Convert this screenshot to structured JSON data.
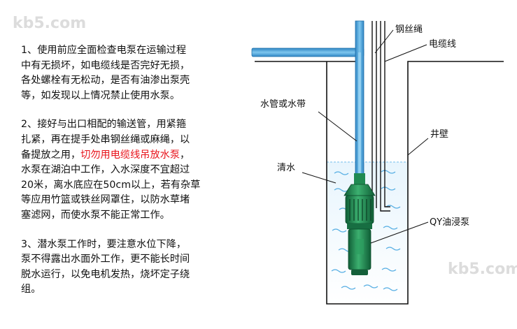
{
  "instructions": {
    "p1": [
      "1、使用前应全面检查电泵在运输过程",
      "中有无损坏，如电缆线是否完好无损，",
      "各处螺栓有无松动，是否有油渗出泵壳",
      "等，如发现以上情况禁止使用水泵。"
    ],
    "p2": {
      "l1": "2、接好与出口相配的输送管，用紧箍",
      "l2": "扎紧，再在提手处串钢丝绳或麻绳，以",
      "l3_pre": "备提放之用，",
      "l3_warn": "切勿用电缆线吊放水泵",
      "l3_post": "，",
      "rest": [
        "水泵在湖泊中工作，入水深度不宜超过",
        "20米，离水底应在50cm以上，若有杂草",
        "等应用竹篮或铁丝网罩住，以防水草堵",
        "塞滤网，而使水泵不能正常工作。"
      ]
    },
    "p3": [
      "3、潜水泵工作时，要注意水位下降，",
      "泵不得露出水面外工作，更不能长时间",
      "脱水运行，以免电机发热，烧坏定子绕",
      "组。"
    ]
  },
  "labels": {
    "wire_rope": "钢丝绳",
    "cable": "电缆线",
    "water_pipe": "水管或水带",
    "well_wall": "井壁",
    "clear_water": "清水",
    "pump": "QY油浸泵"
  },
  "watermark": "kb5.com",
  "colors": {
    "pipe": "#4aa6dd",
    "pump_body": "#1f8a52",
    "water_line": "#3a9bd8",
    "warning": "#e8131b"
  }
}
